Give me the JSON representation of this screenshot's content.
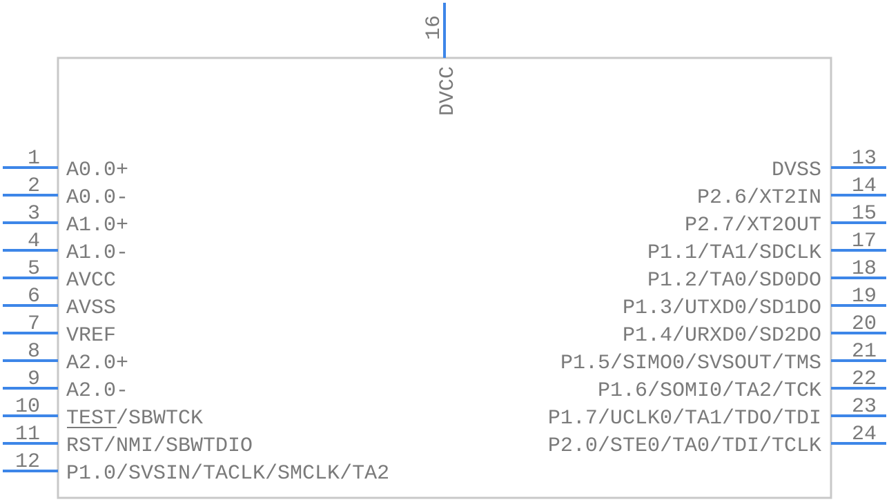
{
  "colors": {
    "pin": "#3d86e8",
    "body_outline": "#c8c8c8",
    "text": "#7a7a7a"
  },
  "component": {
    "left_pins": [
      {
        "number": "1",
        "name": "A0.0+"
      },
      {
        "number": "2",
        "name": "A0.0-"
      },
      {
        "number": "3",
        "name": "A1.0+"
      },
      {
        "number": "4",
        "name": "A1.0-"
      },
      {
        "number": "5",
        "name": "AVCC"
      },
      {
        "number": "6",
        "name": "AVSS"
      },
      {
        "number": "7",
        "name": "VREF"
      },
      {
        "number": "8",
        "name": "A2.0+"
      },
      {
        "number": "9",
        "name": "A2.0-"
      },
      {
        "number": "10",
        "name": "TEST/SBWTCK",
        "overline": "TEST"
      },
      {
        "number": "11",
        "name": "RST/NMI/SBWTDIO"
      },
      {
        "number": "12",
        "name": "P1.0/SVSIN/TACLK/SMCLK/TA2"
      }
    ],
    "right_pins": [
      {
        "number": "13",
        "name": "DVSS"
      },
      {
        "number": "14",
        "name": "P2.6/XT2IN"
      },
      {
        "number": "15",
        "name": "P2.7/XT2OUT"
      },
      {
        "number": "17",
        "name": "P1.1/TA1/SDCLK"
      },
      {
        "number": "18",
        "name": "P1.2/TA0/SD0DO"
      },
      {
        "number": "19",
        "name": "P1.3/UTXD0/SD1DO"
      },
      {
        "number": "20",
        "name": "P1.4/URXD0/SD2DO"
      },
      {
        "number": "21",
        "name": "P1.5/SIMO0/SVSOUT/TMS"
      },
      {
        "number": "22",
        "name": "P1.6/SOMI0/TA2/TCK"
      },
      {
        "number": "23",
        "name": "P1.7/UCLK0/TA1/TDO/TDI"
      },
      {
        "number": "24",
        "name": "P2.0/STE0/TA0/TDI/TCLK"
      }
    ],
    "top_pins": [
      {
        "number": "16",
        "name": "DVCC"
      }
    ]
  }
}
